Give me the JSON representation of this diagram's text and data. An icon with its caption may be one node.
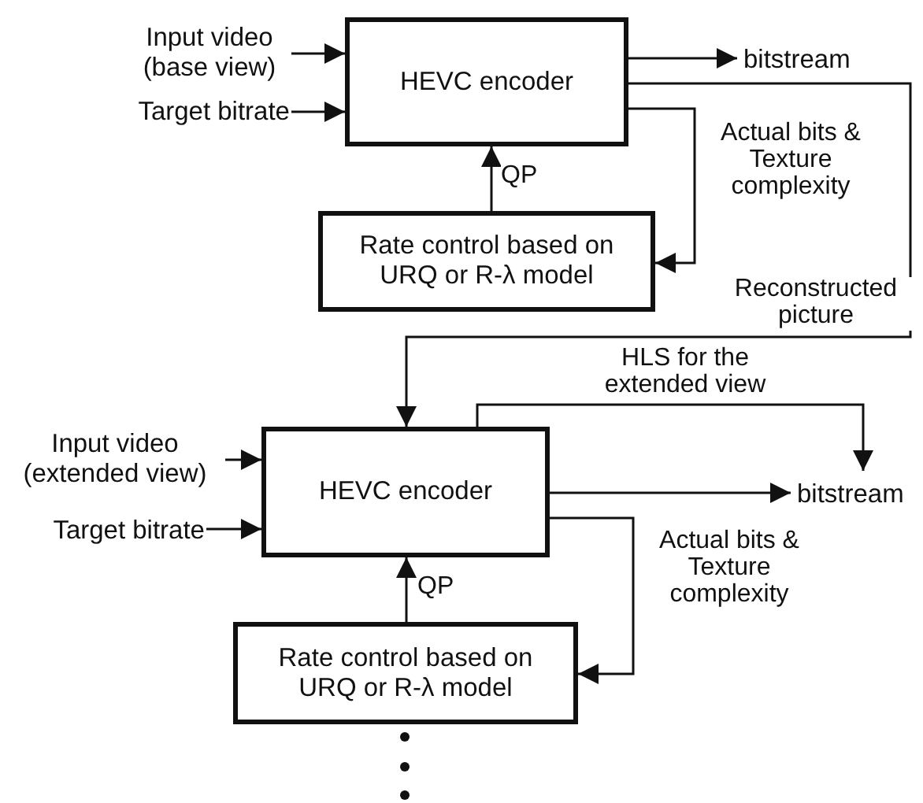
{
  "diagram": {
    "nodes": [
      {
        "text": [
          "Input video (base view)"
        ]
      },
      {
        "text": [
          "Target bitrate"
        ]
      },
      {
        "text": [
          "HEVC encoder"
        ]
      },
      {
        "text": [
          "bitstream"
        ]
      },
      {
        "text": [
          "Rate control based on URQ or R-λ model"
        ]
      },
      {
        "text": [
          "Input video (extended view)"
        ]
      },
      {
        "text": [
          "Target bitrate"
        ]
      },
      {
        "text": [
          "HEVC encoder"
        ]
      },
      {
        "text": [
          "bitstream"
        ]
      },
      {
        "text": [
          "Rate control based on URQ or R-λ model"
        ]
      }
    ],
    "edges": [
      {
        "from": 0,
        "to": 2,
        "arrow": "to"
      },
      {
        "from": 1,
        "to": 2,
        "arrow": "to"
      },
      {
        "from": 2,
        "to": 3,
        "arrow": "to"
      },
      {
        "from": 2,
        "to": 4,
        "arrow": "to",
        "label": "Actual bits & Texture complexity"
      },
      {
        "from": 4,
        "to": 2,
        "arrow": "to",
        "label": "QP"
      },
      {
        "from": 2,
        "to": 7,
        "arrow": "to",
        "label": "Reconstructed picture"
      },
      {
        "from": 5,
        "to": 7,
        "arrow": "to"
      },
      {
        "from": 6,
        "to": 7,
        "arrow": "to"
      },
      {
        "from": 7,
        "to": 8,
        "arrow": "to",
        "label": "HLS for the extended view"
      },
      {
        "from": 7,
        "to": 8,
        "arrow": "to"
      },
      {
        "from": 7,
        "to": 9,
        "arrow": "to",
        "label": "Actual bits & Texture complexity"
      },
      {
        "from": 9,
        "to": 7,
        "arrow": "to",
        "label": "QP"
      }
    ]
  }
}
